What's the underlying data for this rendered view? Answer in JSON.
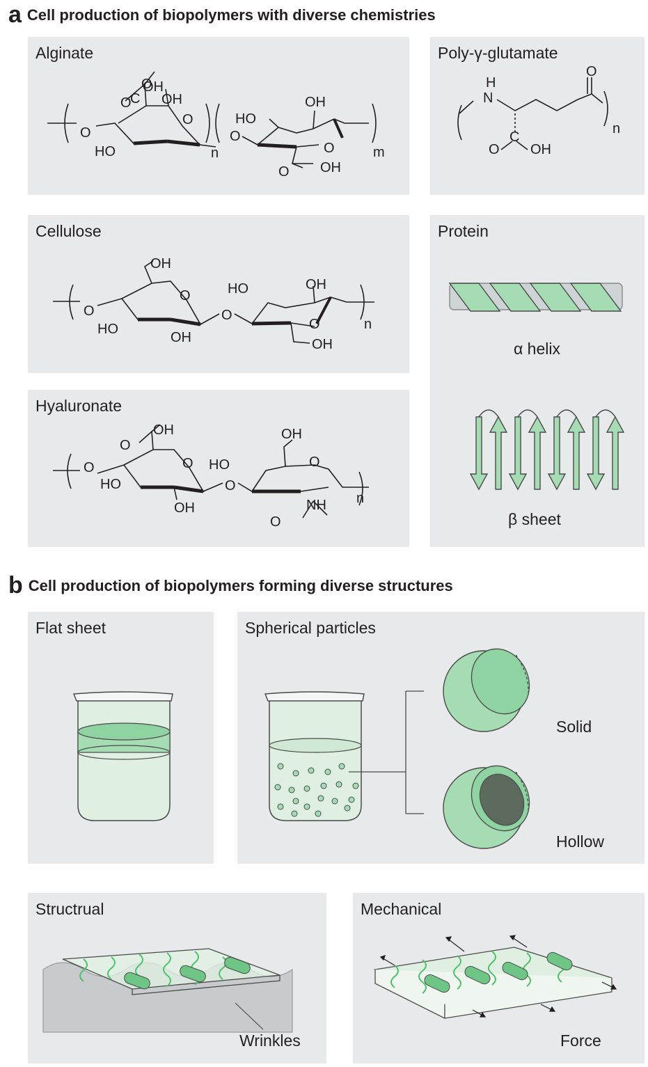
{
  "section_a": {
    "letter": "a",
    "title": "Cell production of biopolymers with diverse chemistries"
  },
  "section_b": {
    "letter": "b",
    "title": "Cell production of biopolymers forming diverse structures"
  },
  "panels": {
    "alginate": {
      "label": "Alginate"
    },
    "polyglutamate": {
      "label": "Poly-γ-glutamate"
    },
    "cellulose": {
      "label": "Cellulose"
    },
    "protein": {
      "label": "Protein",
      "helix_caption": "α helix",
      "sheet_caption": "β sheet"
    },
    "hyaluronate": {
      "label": "Hyaluronate"
    },
    "flat_sheet": {
      "label": "Flat sheet"
    },
    "spherical": {
      "label": "Spherical particles",
      "solid_caption": "Solid",
      "hollow_caption": "Hollow"
    },
    "structural": {
      "label": "Structrual",
      "caption": "Wrinkles"
    },
    "mechanical": {
      "label": "Mechanical",
      "caption": "Force"
    }
  },
  "chem_labels": {
    "OH": "OH",
    "HO": "HO",
    "O": "O",
    "H": "H",
    "N": "N",
    "NH": "NH",
    "C": "C",
    "n": "n",
    "m": "m"
  },
  "colors": {
    "panel_bg": "#e7e9ea",
    "green": "#a6dcb4",
    "green_dark": "#4fbf6a",
    "line": "#231f20"
  }
}
